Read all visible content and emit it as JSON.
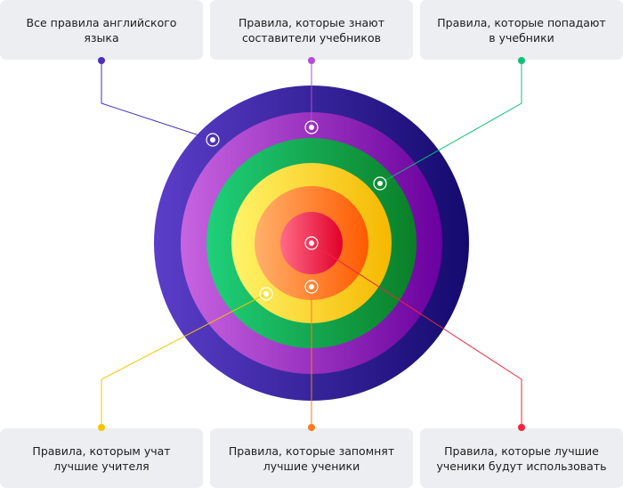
{
  "labels": {
    "all_rules": "Все правила английского\nязыка",
    "authors_know": "Правила, которые знают\nсоставители учебников",
    "in_textbooks": "Правила, которые попадают\nв учебники",
    "teachers_teach": "Правила, которым учат\nлучшие учителя",
    "students_remember": "Правила, которые запомнят\nлучшие ученики",
    "students_use": "Правила, которые лучшие\nученики будут использовать"
  },
  "colors": {
    "box_bg": "#eceef1",
    "ring_blue": [
      "#5b3ec9",
      "#140a6e"
    ],
    "ring_purple": [
      "#c764e0",
      "#6a009e"
    ],
    "ring_green": [
      "#1fd07a",
      "#0a7f26"
    ],
    "ring_yellow": [
      "#fff46a",
      "#f5b800"
    ],
    "ring_orange": [
      "#ffb06a",
      "#ff5a00"
    ],
    "ring_red": [
      "#ff6b87",
      "#e0002a"
    ],
    "dot_blue": "#4b2fc0",
    "dot_purple": "#b24dd8",
    "dot_green": "#0ec07a",
    "dot_yellow": "#f5c400",
    "dot_orange": "#ff7a1a",
    "dot_red": "#f0263a"
  }
}
